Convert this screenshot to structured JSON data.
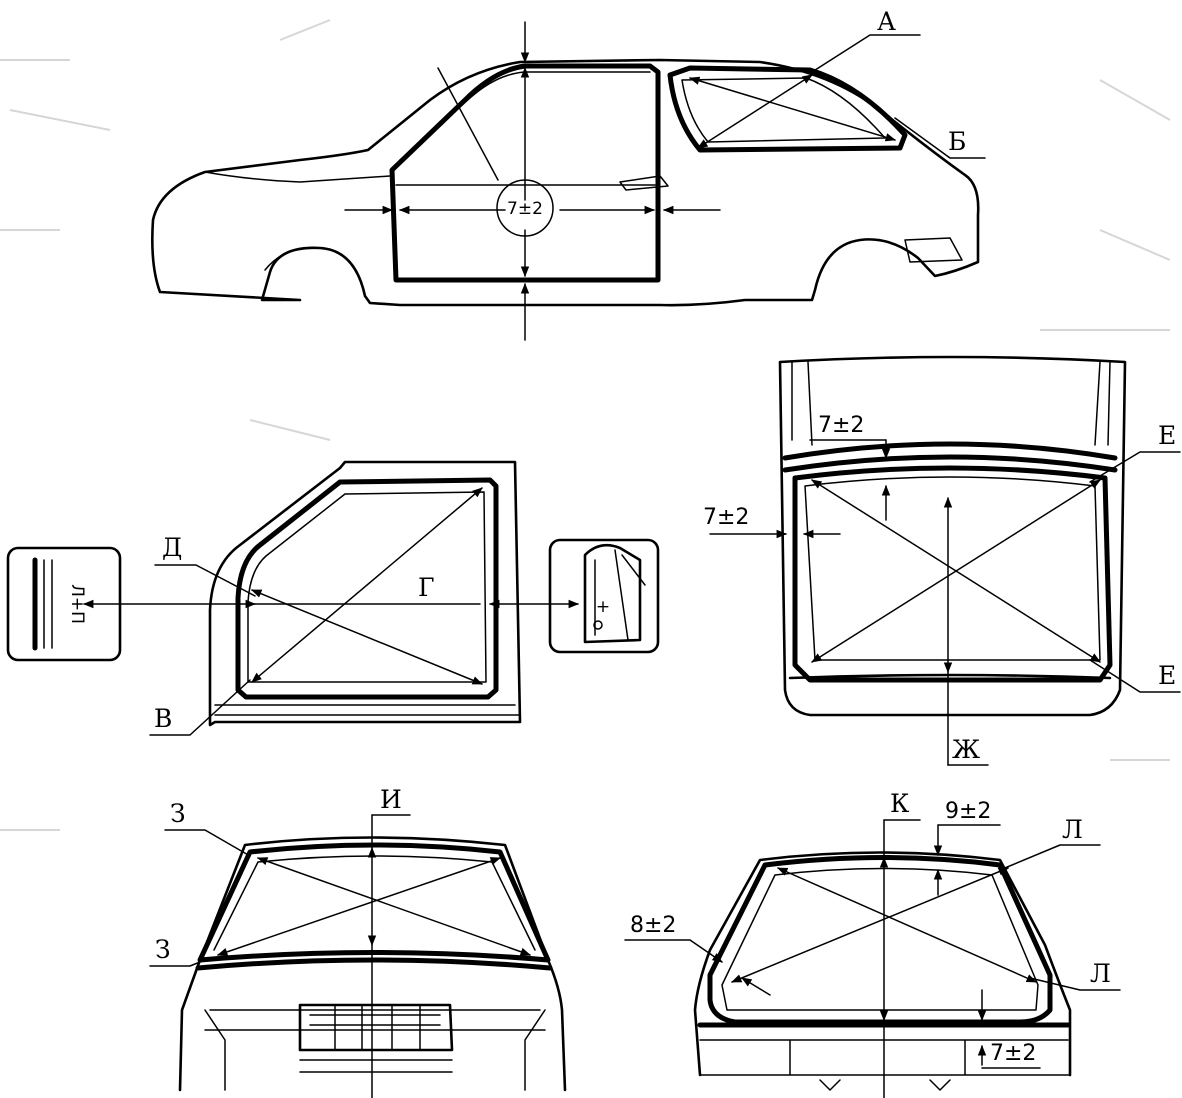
{
  "labels": {
    "A": "А",
    "B": "Б",
    "V": "В",
    "G": "Г",
    "D": "Д",
    "E_top": "Е",
    "E_bottom": "Е",
    "Zh": "Ж",
    "Z_top": "З",
    "Z_bottom": "З",
    "I": "И",
    "K": "К",
    "L_top": "Л",
    "L_bottom": "Л"
  },
  "dimensions": {
    "side_circle": "7±2",
    "windshield_top": "7±2",
    "windshield_side": "7±2",
    "rear_top": "9±2",
    "rear_side": "8±2",
    "rear_bottom": "7±2"
  },
  "detail_texts": {
    "left": "Л+П",
    "right": "+"
  }
}
